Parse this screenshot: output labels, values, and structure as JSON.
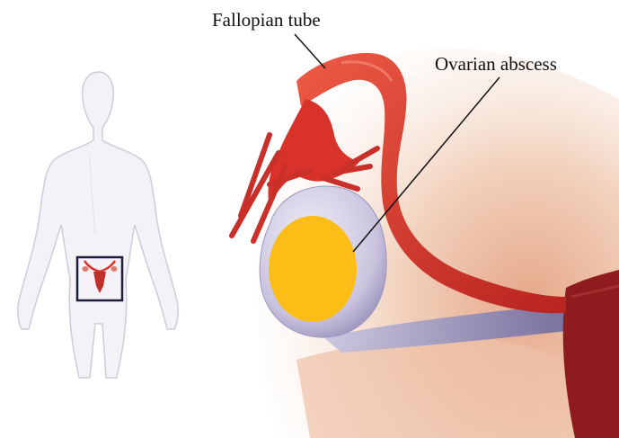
{
  "labels": {
    "fallopian_tube": "Fallopian tube",
    "ovarian_abscess": "Ovarian abscess"
  },
  "colors": {
    "background": "#ffffff",
    "body_outline": "#cfcbd8",
    "body_fill": "#f4f2f7",
    "inset_box": "#1d1f3a",
    "tube_red": "#d8322a",
    "tube_dark": "#a51e1b",
    "ovary": "#c9c3de",
    "abscess": "#fbbd16",
    "pelvic_tissue": "#f2d2bd",
    "uterus": "#8e1c1f",
    "leader_line": "#111111"
  },
  "icons": [
    "human-body-silhouette",
    "uterus-inset-icon"
  ]
}
